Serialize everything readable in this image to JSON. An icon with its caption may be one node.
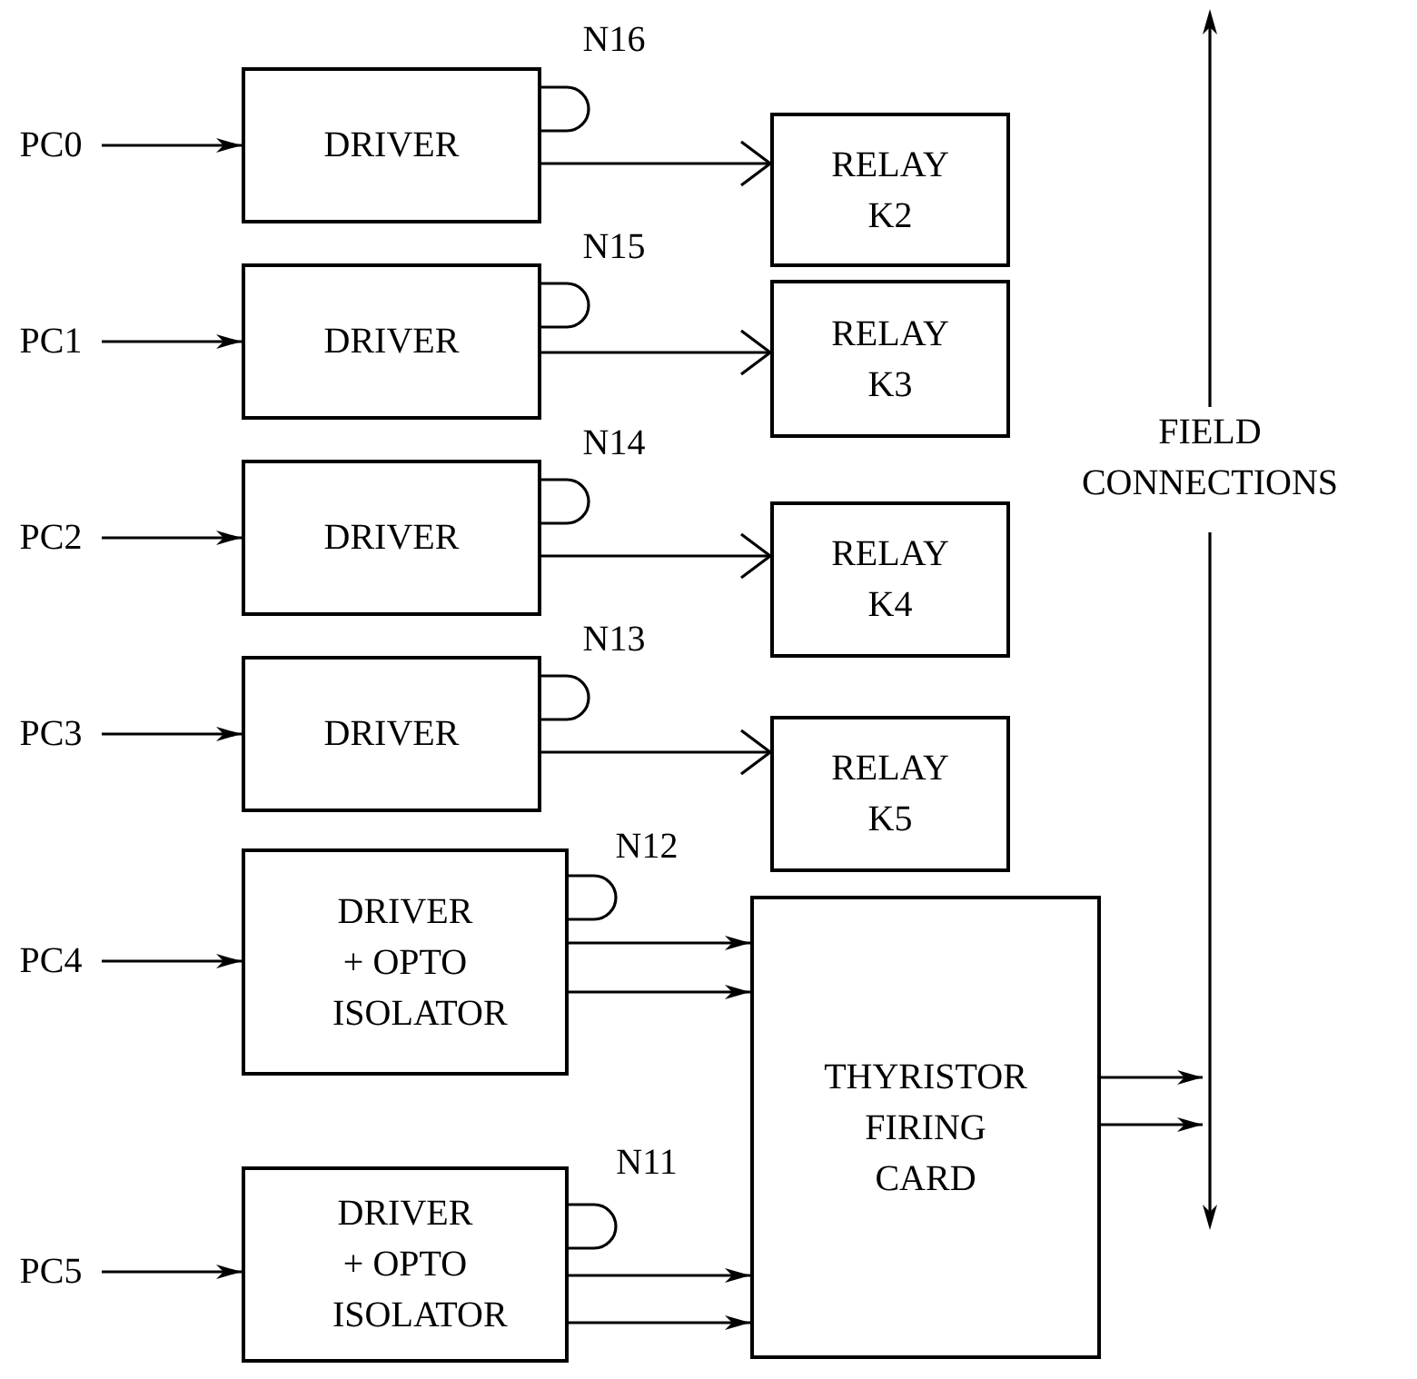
{
  "diagram": {
    "nodes": [
      {
        "text": [
          "PC0"
        ]
      },
      {
        "text": [
          "DRIVER"
        ],
        "beside": [
          "N16"
        ]
      },
      {
        "text": [
          "RELAY K2"
        ]
      },
      {
        "text": [
          "PC1"
        ]
      },
      {
        "text": [
          "DRIVER"
        ],
        "beside": [
          "N15"
        ]
      },
      {
        "text": [
          "RELAY K3"
        ]
      },
      {
        "text": [
          "PC2"
        ]
      },
      {
        "text": [
          "DRIVER"
        ],
        "beside": [
          "N14"
        ]
      },
      {
        "text": [
          "RELAY K4"
        ]
      },
      {
        "text": [
          "PC3"
        ]
      },
      {
        "text": [
          "DRIVER"
        ],
        "beside": [
          "N13"
        ]
      },
      {
        "text": [
          "RELAY K5"
        ]
      },
      {
        "text": [
          "PC4"
        ]
      },
      {
        "text": [
          "DRIVER + OPTO ISOLATOR"
        ],
        "beside": [
          "N12"
        ]
      },
      {
        "text": [
          "PC5"
        ]
      },
      {
        "text": [
          "DRIVER + OPTO ISOLATOR"
        ],
        "beside": [
          "N11"
        ]
      },
      {
        "text": [
          "THYRISTOR FIRING CARD"
        ]
      },
      {
        "text": [],
        "shape": "bar"
      }
    ],
    "labels": [
      "FIELD CONNECTIONS"
    ],
    "edges": [
      {
        "from": 0,
        "to": 1,
        "arrow": "to"
      },
      {
        "from": 1,
        "to": 2,
        "arrow": "to"
      },
      {
        "from": 3,
        "to": 4,
        "arrow": "to"
      },
      {
        "from": 4,
        "to": 5,
        "arrow": "to"
      },
      {
        "from": 6,
        "to": 7,
        "arrow": "to"
      },
      {
        "from": 7,
        "to": 8,
        "arrow": "to"
      },
      {
        "from": 9,
        "to": 10,
        "arrow": "to"
      },
      {
        "from": 10,
        "to": 11,
        "arrow": "to"
      },
      {
        "from": 12,
        "to": 13,
        "arrow": "to"
      },
      {
        "from": 13,
        "to": 16,
        "arrow": "to"
      },
      {
        "from": 13,
        "to": 16,
        "arrow": "to"
      },
      {
        "from": 14,
        "to": 15,
        "arrow": "to"
      },
      {
        "from": 15,
        "to": 16,
        "arrow": "to"
      },
      {
        "from": 15,
        "to": 16,
        "arrow": "to"
      },
      {
        "from": 16,
        "to": 17,
        "arrow": "to"
      },
      {
        "from": 16,
        "to": 17,
        "arrow": "to"
      }
    ]
  }
}
